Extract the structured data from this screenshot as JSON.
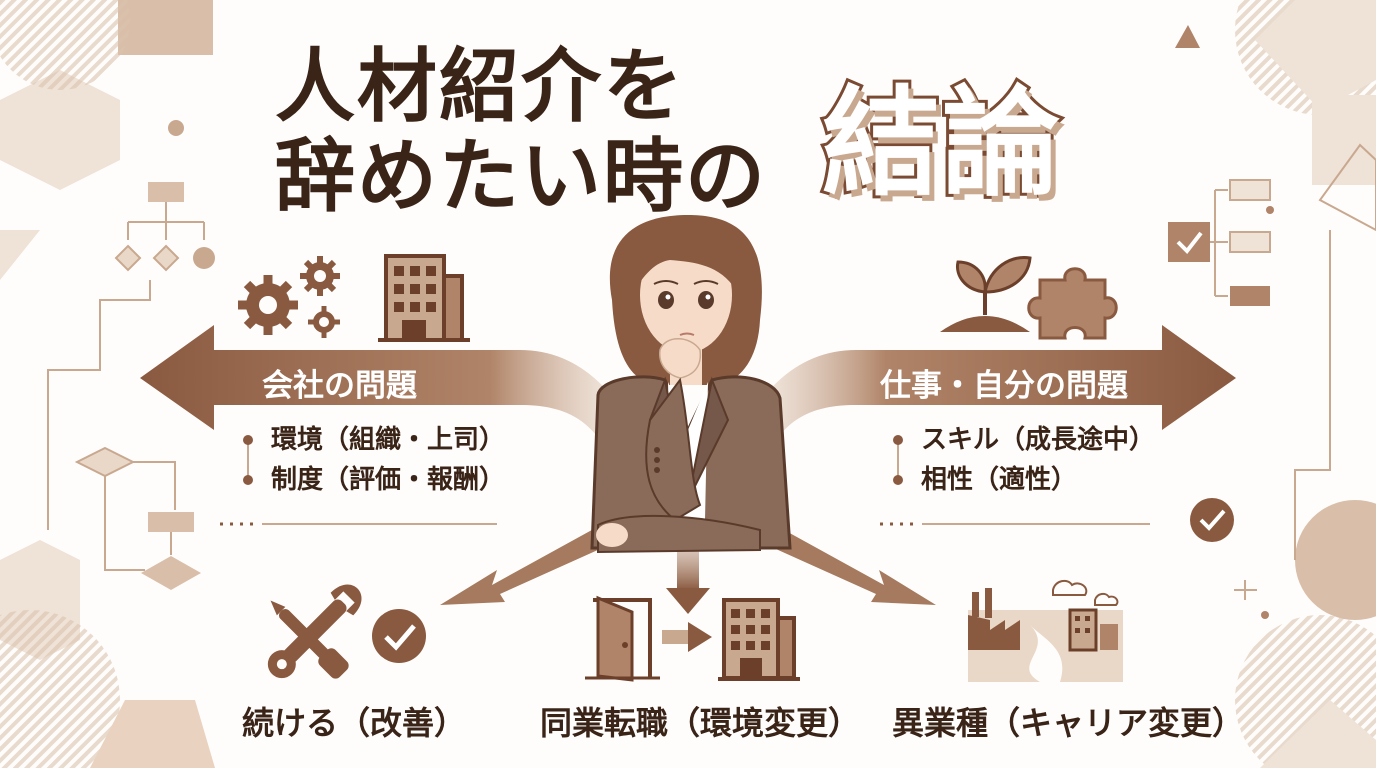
{
  "title": {
    "line1": "人材紹介を",
    "line2": "辞めたい時の",
    "highlight": "結論"
  },
  "left_branch": {
    "label": "会社の問題",
    "items": [
      "環境（組織・上司）",
      "制度（評価・報酬）"
    ]
  },
  "right_branch": {
    "label": "仕事・自分の問題",
    "items": [
      "スキル（成長途中）",
      "相性（適性）"
    ]
  },
  "options": [
    {
      "label": "続ける（改善）"
    },
    {
      "label": "同業転職（環境変更）"
    },
    {
      "label": "異業種（キャリア変更）"
    }
  ],
  "colors": {
    "accent": "#8a5a40",
    "accent_dark": "#6b3f2a",
    "light": "#e9d8c8",
    "text": "#3a2418"
  }
}
